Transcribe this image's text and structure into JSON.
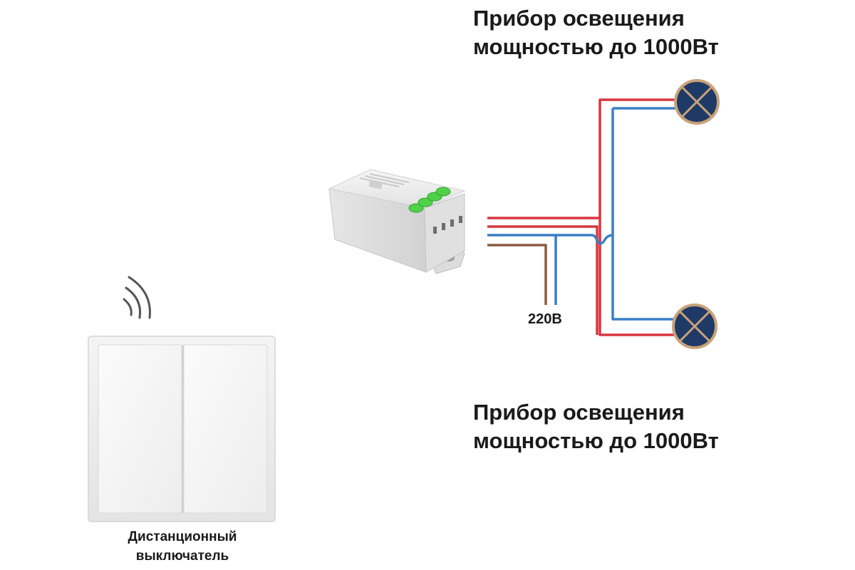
{
  "lamp_top": {
    "line1": "Прибор освещения",
    "line2": "мощностью до 1000Вт"
  },
  "lamp_bottom": {
    "line1": "Прибор освещения",
    "line2": "мощностью до 1000Вт"
  },
  "supply": {
    "voltage": "220В"
  },
  "remote_switch": {
    "line1": "Дистанционный",
    "line2": "выключатель"
  },
  "colors": {
    "wire_live": "#d9363e",
    "wire_neutral": "#3a7fc8",
    "wire_supply": "#8a5a44",
    "lamp_fill": "#1f3a66",
    "lamp_ring": "#c9a27a",
    "terminal": "#4fd24a",
    "relay_body": "#e9e9e9"
  },
  "icons": {
    "wireless_signal": "wireless-signal-icon",
    "lamp": "lamp-symbol-icon"
  }
}
